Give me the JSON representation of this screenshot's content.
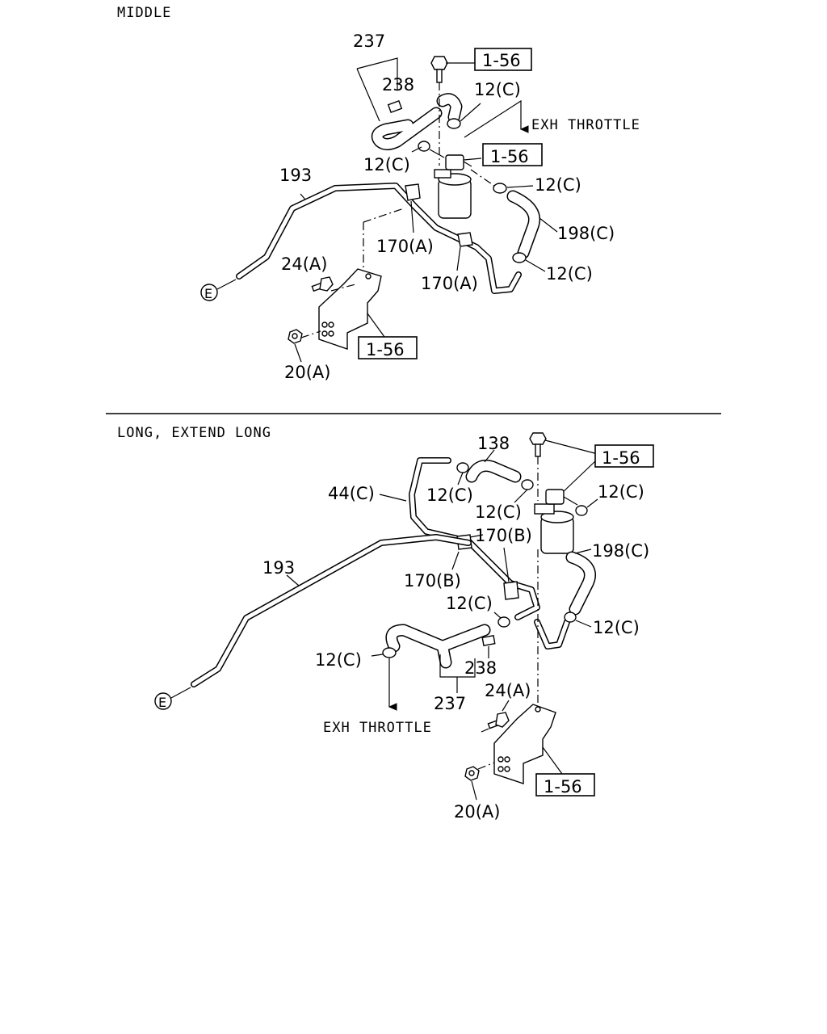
{
  "sections": {
    "middle": {
      "title": "MIDDLE",
      "labels": {
        "p237": "237",
        "p238": "238",
        "ref_top": "1-56",
        "clamp_a": "12(C)",
        "exh_throttle": "EXH THROTTLE",
        "ref_mid": "1-56",
        "clamp_b": "12(C)",
        "clamp_c": "12(C)",
        "p193": "193",
        "clip_a": "170(A)",
        "hose_198": "198(C)",
        "clip_b": "170(A)",
        "clamp_d": "12(C)",
        "bolt": "24(A)",
        "ref_bracket": "1-56",
        "nut": "20(A)",
        "connector": "E"
      }
    },
    "long": {
      "title": "LONG, EXTEND LONG",
      "labels": {
        "p138": "138",
        "ref_top": "1-56",
        "p44": "44(C)",
        "clamp_a": "12(C)",
        "clamp_b": "12(C)",
        "clamp_c": "12(C)",
        "clip_a": "170(B)",
        "hose_198": "198(C)",
        "p193": "193",
        "clip_b": "170(B)",
        "clamp_d": "12(C)",
        "clamp_e": "12(C)",
        "clamp_f": "12(C)",
        "p238": "238",
        "p237": "237",
        "bolt": "24(A)",
        "exh_throttle": "EXH THROTTLE",
        "ref_bracket": "1-56",
        "nut": "20(A)",
        "connector": "E"
      }
    }
  }
}
